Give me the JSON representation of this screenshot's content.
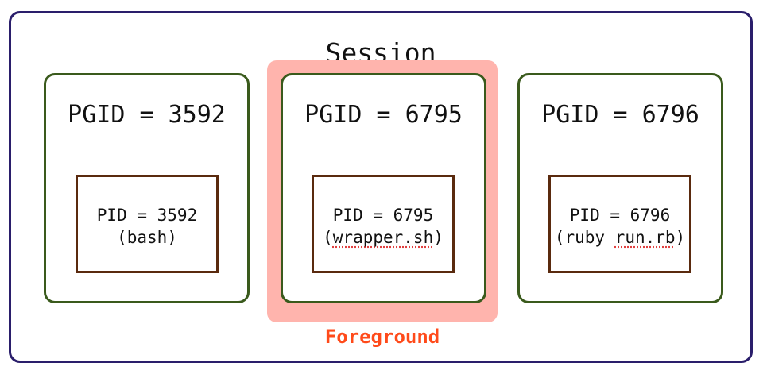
{
  "session": {
    "title": "Session"
  },
  "foreground_label": "Foreground",
  "groups": [
    {
      "title": "PGID = 3592",
      "process": {
        "pid": "PID = 3592",
        "cmd_open": "(bash)",
        "cmd_word": "",
        "cmd_close": ""
      }
    },
    {
      "title": "PGID = 6795",
      "process": {
        "pid": "PID = 6795",
        "cmd_open": "(",
        "cmd_word": "wrapper.sh",
        "cmd_close": ")"
      }
    },
    {
      "title": "PGID = 6796",
      "process": {
        "pid": "PID = 6796",
        "cmd_open": "(ruby ",
        "cmd_word": "run.rb",
        "cmd_close": ")"
      }
    }
  ],
  "colors": {
    "session_border": "#2a1e6b",
    "group_border": "#3a5a1c",
    "process_border": "#5a2a0e",
    "foreground_highlight": "#ffb4ad",
    "foreground_text": "#ff4a1a"
  }
}
